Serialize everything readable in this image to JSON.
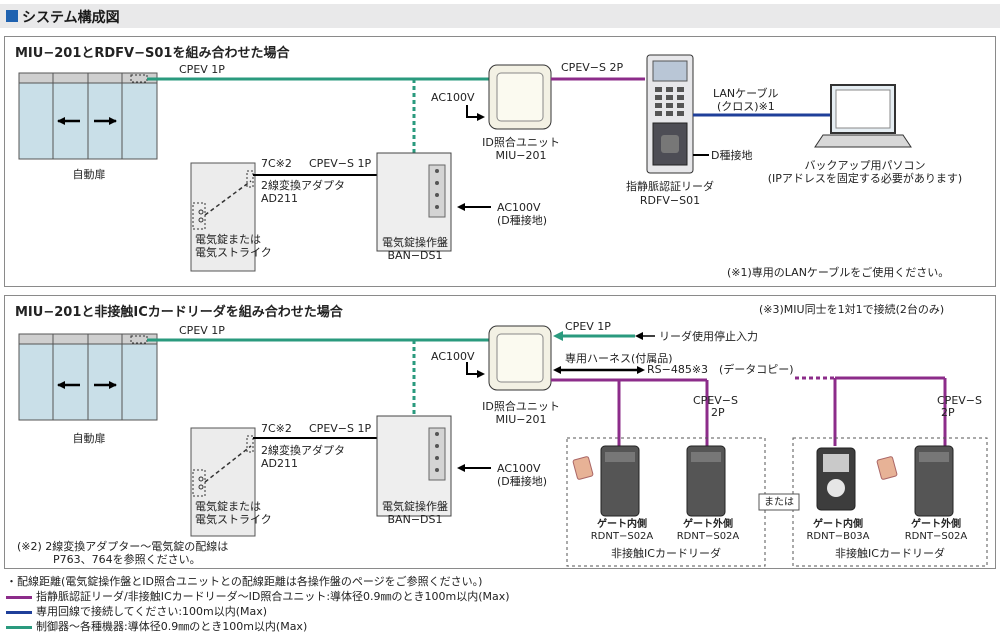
{
  "header": {
    "title": "システム構成図"
  },
  "panel1": {
    "title": "MIU−201とRDFV−S01を組み合わせた場合",
    "cable_cpev1p": "CPEV 1P",
    "cable_cpevs2p": "CPEV−S 2P",
    "lan_label_1": "LANケーブル",
    "lan_label_2": "(クロス)※1",
    "ac100v_top": "AC100V",
    "miu_name_1": "ID照合ユニット",
    "miu_name_2": "MIU−201",
    "reader_name_1": "指静脈認証リーダ",
    "reader_name_2": "RDFV−S01",
    "d_ground": "D種接地",
    "pc_name_1": "バックアップ用パソコン",
    "pc_name_2": "(IPアドレスを固定する必要があります)",
    "door_label": "自動扉",
    "cable_7c": "7C※2",
    "cable_cpevs1p": "CPEV−S 1P",
    "adapter_1": "2線変換アダプタ",
    "adapter_2": "AD211",
    "lock_1": "電気錠または",
    "lock_2": "電気ストライク",
    "ban_1": "電気錠操作盤",
    "ban_2": "BAN−DS1",
    "ac100v_ban_1": "AC100V",
    "ac100v_ban_2": "(D種接地)",
    "note": "(※1)専用のLANケーブルをご使用ください。"
  },
  "panel2": {
    "title": "MIU−201と非接触ICカードリーダを組み合わせた場合",
    "note3": "(※3)MIU同士を1対1で接続(2台のみ)",
    "cable_cpev1p": "CPEV 1P",
    "ac100v_top": "AC100V",
    "cpev1p_right": "CPEV 1P",
    "reader_stop": "リーダ使用停止入力",
    "harness": "専用ハーネス(付属品)",
    "rs485": "RS−485※3",
    "data_copy": "(データコピー)",
    "cpevs_1": "CPEV−S",
    "cpevs_2": "2P",
    "cpevs2_1": "CPEV−S",
    "cpevs2_2": "2P",
    "miu_name_1": "ID照合ユニット",
    "miu_name_2": "MIU−201",
    "door_label": "自動扉",
    "cable_7c": "7C※2",
    "cable_cpevs1p": "CPEV−S 1P",
    "adapter_1": "2線変換アダプタ",
    "adapter_2": "AD211",
    "lock_1": "電気錠または",
    "lock_2": "電気ストライク",
    "ban_1": "電気錠操作盤",
    "ban_2": "BAN−DS1",
    "ac100v_ban_1": "AC100V",
    "ac100v_ban_2": "(D種接地)",
    "or_label": "または",
    "r1_title": "ゲート内側",
    "r1_model": "RDNT−S02A",
    "r2_title": "ゲート外側",
    "r2_model": "RDNT−S02A",
    "r3_title": "ゲート内側",
    "r3_model": "RDNT−B03A",
    "r4_title": "ゲート外側",
    "r4_model": "RDNT−S02A",
    "group_label_a": "非接触ICカードリーダ",
    "group_label_b": "非接触ICカードリーダ",
    "note2_1": "(※2) 2線変換アダプター〜電気錠の配線は",
    "note2_2": "P763、764を参照ください。"
  },
  "legend": {
    "intro": "・配線距離(電気錠操作盤とID照合ユニットとの配線距離は各操作盤のページをご参照ください。)",
    "items": [
      {
        "label": "指静脈認証リーダ/非接触ICカードリーダ〜ID照合ユニット:導体径0.9㎜のとき100m以内(Max)",
        "color": "#8c2c8a"
      },
      {
        "label": "専用回線で接続してください:100m以内(Max)",
        "color": "#1f3f9a"
      },
      {
        "label": "制御器〜各種機器:導体径0.9㎜のとき100m以内(Max)",
        "color": "#2a9a7e"
      }
    ]
  },
  "colors": {
    "teal": "#2a9a7e",
    "purple": "#8c2c8a",
    "blue": "#1f3f9a",
    "header_square": "#1f62b0"
  }
}
